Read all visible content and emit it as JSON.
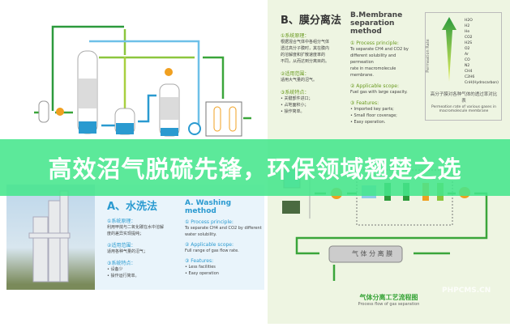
{
  "banner": {
    "title": "高效沼气脱硫先锋，环保领域翘楚之选"
  },
  "membrane": {
    "title_cn": "B、膜分离法",
    "title_en": "B.Membrane separation method",
    "cn": [
      {
        "heading": "①系统原理：",
        "lines": [
          "根据混合气体中各组分气体",
          "透过高分子膜时，其在膜内",
          "的溶解度和扩散速度率的",
          "不同，从而达到分离目的。"
        ]
      },
      {
        "heading": "②适用范围：",
        "lines": [
          "适用大气量的沼气。"
        ]
      },
      {
        "heading": "③系统特点：",
        "lines": [
          "• 关键部件进口；",
          "• 占地面积小；",
          "• 操作简单。"
        ]
      }
    ],
    "en": [
      {
        "heading": "① Process principle:",
        "lines": [
          "To separate CH4 and CO2 by",
          "different solubility and permeation",
          "rate in macromolecule membrane."
        ]
      },
      {
        "heading": "② Applicable scope:",
        "lines": [
          "Fuel gas with large capacity."
        ]
      },
      {
        "heading": "③ Features:",
        "lines": [
          "• Imported key parts;",
          "• Small floor coverage;",
          "• Easy operation."
        ]
      }
    ],
    "chart": {
      "axis_label": "Permeation Rate",
      "gases": [
        "H2O",
        "H2",
        "He",
        "CO2",
        "H2S",
        "O2",
        "Ar",
        "CO",
        "N2",
        "CH4",
        "C2H6",
        "CnH(Hydrocarbon)"
      ],
      "caption_cn": "高分子膜对各种气体的透过率对比表",
      "caption_en": "Permeation rate of various gases in macromolecule membrane"
    }
  },
  "washing": {
    "title_cn": "A、水洗法",
    "title_en": "A. Washing method",
    "cn": [
      {
        "heading": "①系统原理：",
        "lines": [
          "利用甲烷与二氧化碳在水中溶解",
          "度的差异实现提纯；"
        ]
      },
      {
        "heading": "②适用范围：",
        "lines": [
          "适用各种气量的沼气；"
        ]
      },
      {
        "heading": "③系统特点：",
        "lines": [
          "• 设备少",
          "• 操作运行简单。"
        ]
      }
    ],
    "en": [
      {
        "heading": "① Process principle:",
        "lines": [
          "To separate CH4 and CO2 by different",
          "water solubility."
        ]
      },
      {
        "heading": "② Applicable scope:",
        "lines": [
          "Full range of gas flow rate."
        ]
      },
      {
        "heading": "③ Features:",
        "lines": [
          "• Less facilities",
          "• Easy operation"
        ]
      }
    ]
  },
  "flow": {
    "membrane_label": "气 体 分 离 膜",
    "title_cn": "气体分离工艺流程图",
    "title_en": "Process flow of gas separation",
    "watermark": "PHPCMS.CN"
  },
  "colors": {
    "banner": "#46e68c",
    "green": "#3aa53a",
    "blue": "#2a9ad0",
    "orange": "#f0a020"
  }
}
